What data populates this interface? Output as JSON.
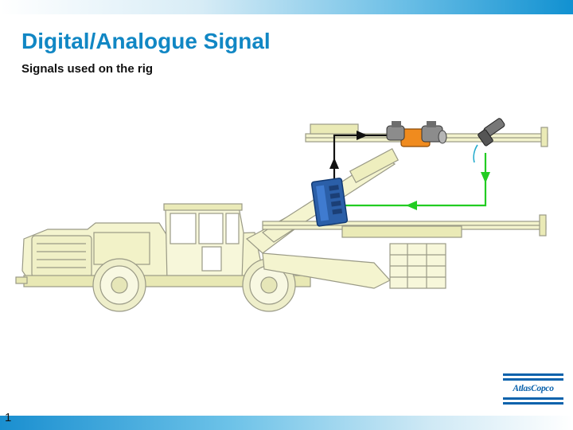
{
  "slide": {
    "title": "Digital/Analogue Signal",
    "subtitle": "Signals used on the rig",
    "page_number": "1"
  },
  "logo": {
    "text": "AtlasCopco",
    "color": "#0a62ac"
  },
  "colors": {
    "accent": "#1187c4",
    "rig_fill": "#f4f4cf",
    "rig_stroke": "#9a9a86",
    "signal_black": "#111111",
    "signal_green": "#22cc22",
    "module_blue": "#2b5fa8",
    "sensor_orange": "#f08b1e"
  },
  "icons": [
    "drill-rig-illustration",
    "control-module-icon",
    "proportional-valve-icon",
    "sensor-icon",
    "arrow-icon"
  ]
}
